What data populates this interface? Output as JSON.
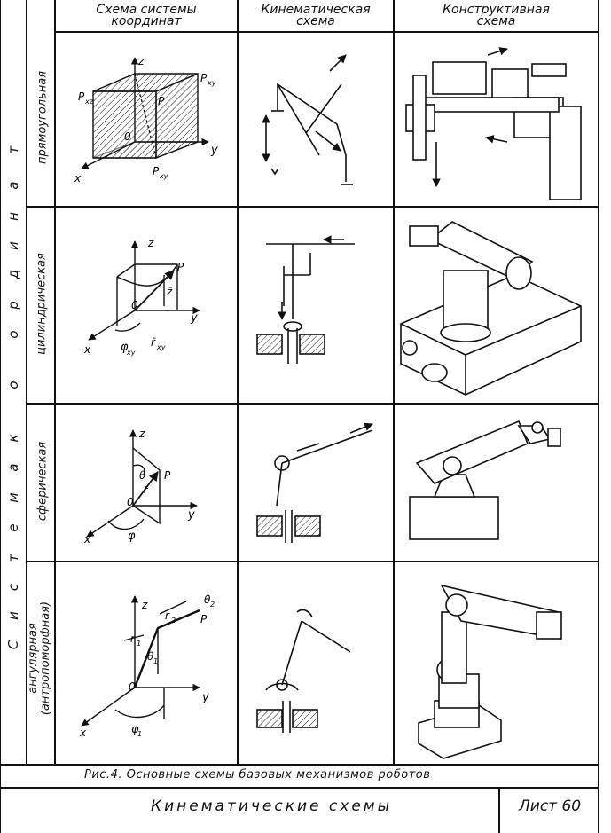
{
  "headers": {
    "col1": [
      "Схема системы",
      "координат"
    ],
    "col2": [
      "Кинематическая",
      "схема"
    ],
    "col3": [
      "Конструктивная",
      "схема"
    ]
  },
  "rows": [
    {
      "label": "прямоугольная"
    },
    {
      "label": "цилиндрическая"
    },
    {
      "label": "сферическая"
    },
    {
      "label": [
        "ангулярная",
        "(антропоморфная)"
      ]
    }
  ],
  "side_title": [
    "С",
    "и",
    "с",
    "т",
    "е",
    "м",
    "а",
    "к",
    "о",
    "о",
    "р",
    "д",
    "и",
    "н",
    "а",
    "т"
  ],
  "diagram_labels": {
    "rect": {
      "z": "z",
      "pxz": "P",
      "pxz_sub": "xz",
      "pxy_top": "P",
      "pxy_top_sub": "xy",
      "p": "P",
      "o": "0",
      "y": "y",
      "x": "x",
      "pxy": "P",
      "pxy_sub": "xy"
    },
    "cyl": {
      "z": "z",
      "p": "P",
      "zbar": "z̄",
      "o": "0",
      "y": "y",
      "x": "x",
      "phi": "φ",
      "phi_sub": "xy",
      "r": "r̄",
      "r_sub": "xy"
    },
    "sph": {
      "z": "z",
      "theta": "θ",
      "p": "P",
      "r": "r̄",
      "o": "0",
      "y": "y",
      "x": "x",
      "phi": "φ"
    },
    "ang": {
      "z": "z",
      "theta2": "θ",
      "theta2_sub": "2",
      "r2": "r",
      "r2_sub": "2",
      "p": "P",
      "r1": "r",
      "r1_sub": "1",
      "theta1": "θ",
      "theta1_sub": "1",
      "o": "0",
      "y": "y",
      "x": "x",
      "phi1": "φ",
      "phi1_sub": "1"
    }
  },
  "caption": "Рис.4. Основные  схемы  базовых  механизмов  роботов",
  "footer": {
    "title": "Кинематические   схемы",
    "sheet": "Лист 60"
  }
}
